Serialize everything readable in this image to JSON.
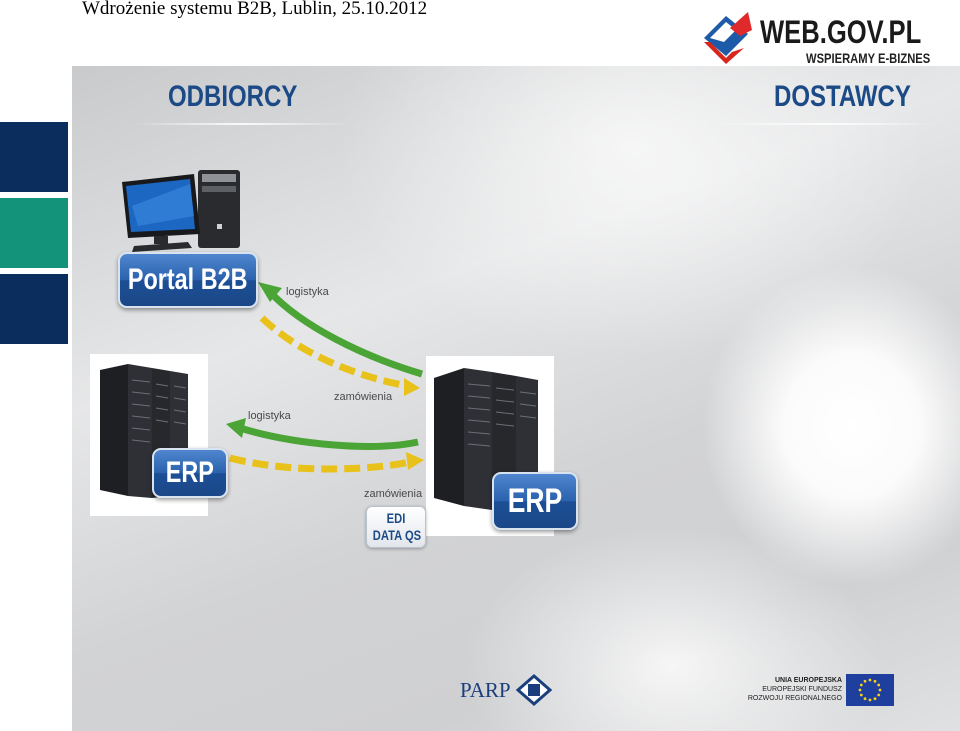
{
  "header": {
    "title": "Wdrożenie systemu B2B, Lublin, 25.10.2012"
  },
  "logo": {
    "name": "WEB.GOV.PL",
    "tagline": "WSPIERAMY E-BIZNES"
  },
  "diagram": {
    "left_heading": "ODBIORCY",
    "right_heading": "DOSTAWCY",
    "portal_label": "Portal B2B",
    "erp_left_label": "ERP",
    "erp_right_label": "ERP",
    "edi_line1": "EDI",
    "edi_line2": "DATA QS",
    "arrow_logistyka_top": "logistyka",
    "arrow_zamowienia_top": "zamówienia",
    "arrow_logistyka_mid": "logistyka",
    "arrow_zamowienia_bottom": "zamówienia"
  },
  "footer": {
    "parp": "PARP",
    "eu_line1": "UNIA EUROPEJSKA",
    "eu_line2": "EUROPEJSKI FUNDUSZ",
    "eu_line3": "ROZWOJU REGIONALNEGO"
  },
  "colors": {
    "navy": "#0b2d5e",
    "teal": "#13937a",
    "heading_blue": "#1b4a86",
    "arrow_green": "#4aa536",
    "arrow_yellow": "#e8c21a",
    "eu_blue": "#1f3f9e"
  }
}
